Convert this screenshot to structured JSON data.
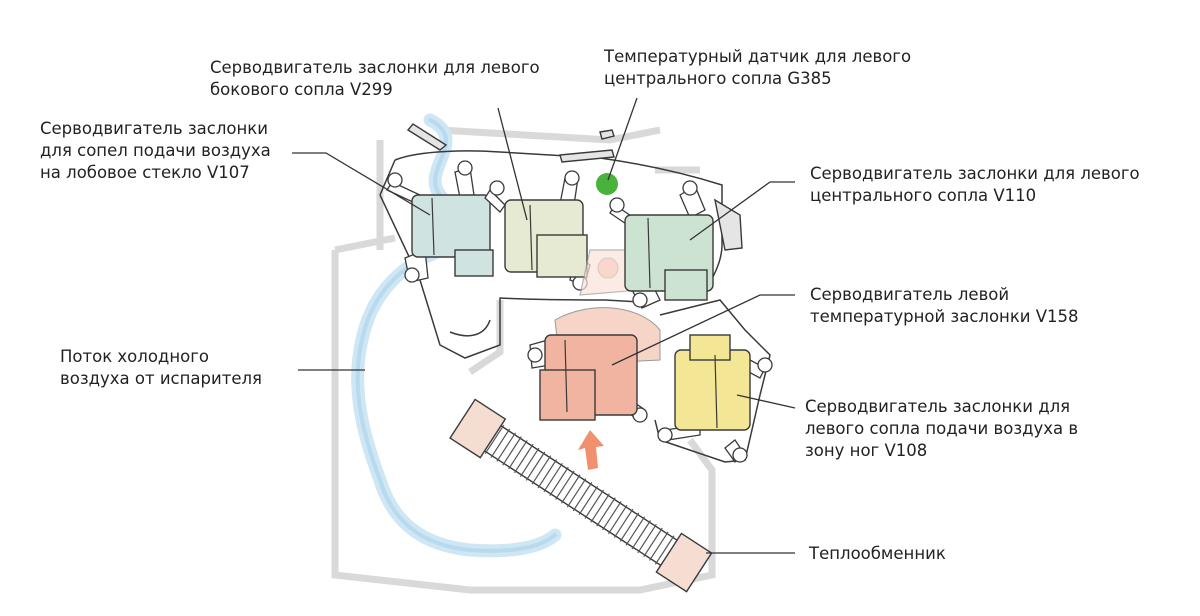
{
  "labels": {
    "v299": [
      "Серводвигатель заслонки для левого",
      "бокового сопла V299"
    ],
    "g385": [
      "Температурный датчик для левого",
      "центрального сопла G385"
    ],
    "v107": [
      "Серводвигатель заслонки",
      "для сопел подачи воздуха",
      "на лобовое стекло V107"
    ],
    "v110": [
      "Серводвигатель заслонки для левого",
      "центрального сопла V110"
    ],
    "v158": [
      "Серводвигатель левой",
      "температурной заслонки V158"
    ],
    "cold_air": [
      "Поток холодного",
      "воздуха от испарителя"
    ],
    "v108": [
      "Серводвигатель заслонки для",
      "левого сопла подачи воздуха в",
      "зону ног V108"
    ],
    "heat_exchanger": [
      "Теплообменник"
    ]
  },
  "colors": {
    "v107": "#cfe3e0",
    "v299": "#e6ead2",
    "v110": "#cde3d2",
    "v158": "#f0b4a1",
    "v108": "#f3e694",
    "g385": "#49b23a",
    "cold_air": "#cfe6f4",
    "heat_exchanger": "#f6ddd2",
    "arrow": "#f0906c",
    "housing": "#d6d6d6",
    "outline": "#3a3a3a"
  }
}
